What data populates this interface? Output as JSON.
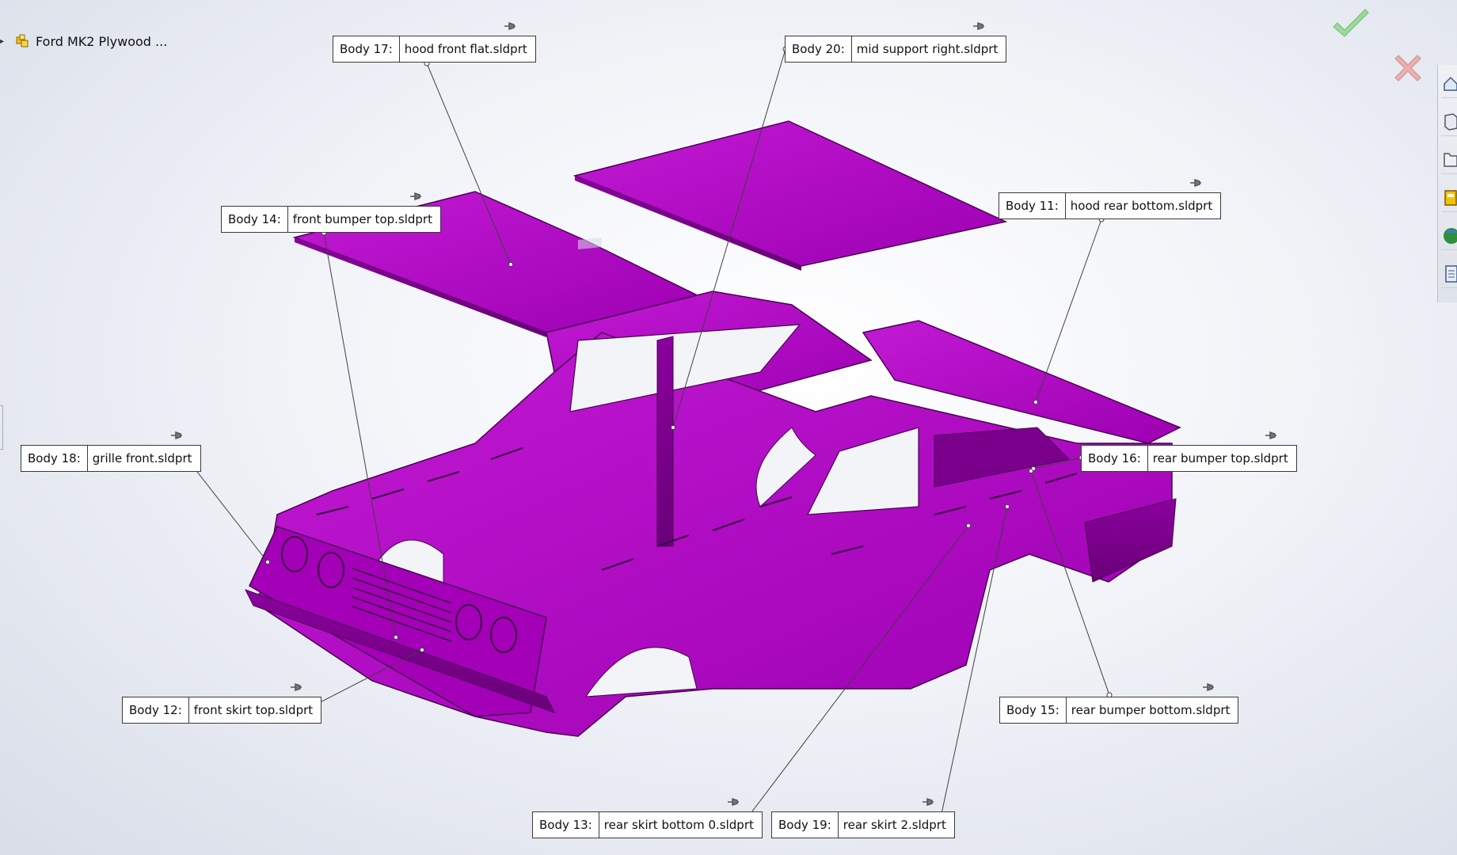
{
  "tree": {
    "root_label": "Ford MK2 Plywood ...",
    "arrow_icon": "chevron-right-icon",
    "part_icon": "assembly-icon"
  },
  "confirm": {
    "ok_icon": "checkmark-icon",
    "cancel_icon": "close-icon",
    "ok_color": "#7fcf7f",
    "cancel_color": "#e88a8a"
  },
  "model": {
    "color": "#b400c8",
    "edge_color": "#3b0044"
  },
  "callouts": [
    {
      "id": "Body 17:",
      "name": "hood front flat.sldprt"
    },
    {
      "id": "Body 20:",
      "name": "mid support right.sldprt"
    },
    {
      "id": "Body 14:",
      "name": "front bumper top.sldprt"
    },
    {
      "id": "Body 11:",
      "name": "hood rear bottom.sldprt"
    },
    {
      "id": "Body 18:",
      "name": "grille front.sldprt"
    },
    {
      "id": "Body 16:",
      "name": "rear bumper top.sldprt"
    },
    {
      "id": "Body 12:",
      "name": "front skirt top.sldprt"
    },
    {
      "id": "Body 15:",
      "name": "rear bumper bottom.sldprt"
    },
    {
      "id": "Body 13:",
      "name": "rear skirt bottom 0.sldprt"
    },
    {
      "id": "Body 19:",
      "name": "rear skirt 2.sldprt"
    }
  ],
  "side_tools": [
    "home-icon",
    "view-cube-icon",
    "folder-icon",
    "design-library-icon",
    "appearance-globe-icon",
    "custom-properties-icon"
  ]
}
